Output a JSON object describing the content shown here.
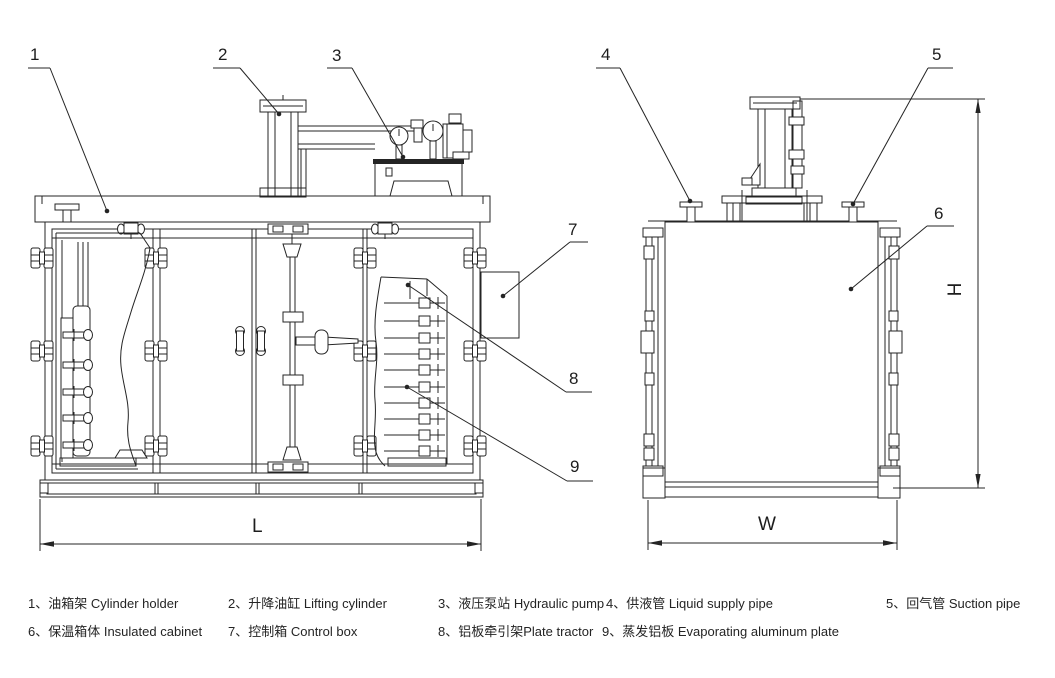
{
  "callouts": [
    "1",
    "2",
    "3",
    "4",
    "5",
    "6",
    "7",
    "8",
    "9"
  ],
  "dimensions": {
    "length_label": "L",
    "width_label": "W",
    "height_label": "H"
  },
  "legend": {
    "items": [
      "1、油箱架 Cylinder holder",
      "2、升降油缸 Lifting cylinder",
      "3、液压泵站 Hydraulic pump",
      "4、供液管 Liquid supply pipe",
      "5、回气管 Suction pipe",
      "6、保温箱体 Insulated cabinet",
      "7、控制箱 Control box",
      "8、铝板牵引架Plate tractor",
      "9、蒸发铝板 Evaporating aluminum plate"
    ]
  },
  "colors": {
    "line": "#242424",
    "background": "#ffffff"
  }
}
